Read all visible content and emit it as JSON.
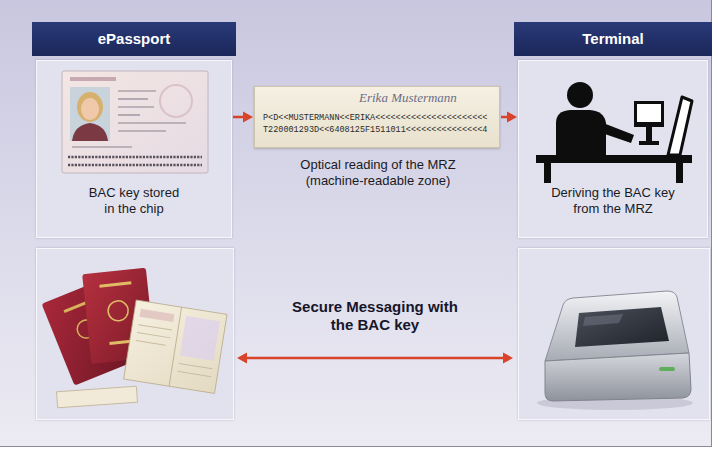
{
  "diagram": {
    "nodes": [
      {
        "text": [
          "ePassport"
        ]
      },
      {
        "text": [
          "BAC key stored in the chip"
        ],
        "in": 0
      },
      {
        "text": [
          "Erika Mustermann",
          "P<D<<MUSTERMANN<<ERIKA<<<<<<<<<<<<<<<<<<<<<<",
          "T220001293D<<6408125F1511011<<<<<<<<<<<<<<<4",
          "Optical reading of the MRZ (machine-readable zone)"
        ]
      },
      {
        "text": [
          "Terminal"
        ]
      },
      {
        "text": [
          "Deriving the BAC key from the MRZ"
        ],
        "in": 3
      }
    ],
    "edges": [
      {
        "from": 1,
        "to": 2,
        "arrow": "to"
      },
      {
        "from": 2,
        "to": 4,
        "arrow": "to"
      },
      {
        "from": 0,
        "to": 3,
        "label": "Secure Messaging with the BAC key",
        "arrow": "both"
      }
    ]
  }
}
